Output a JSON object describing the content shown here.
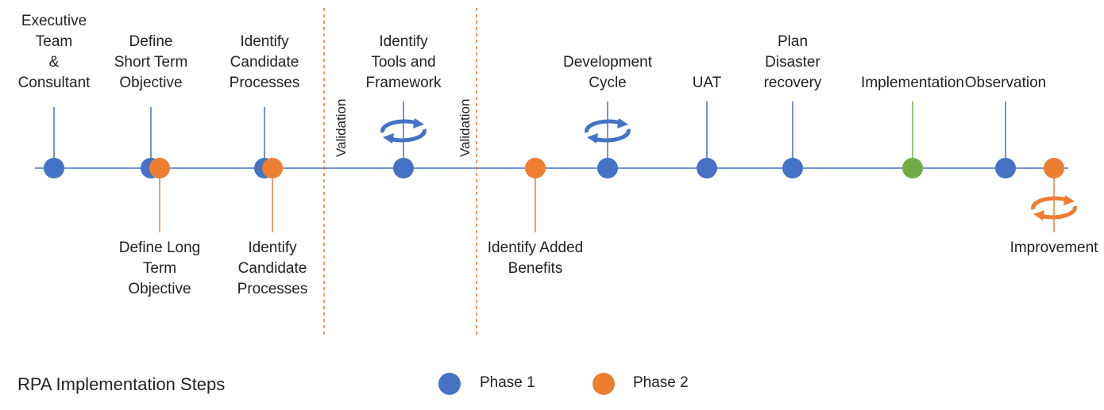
{
  "title": "RPA Implementation Steps",
  "colors": {
    "phase1": "#4472C4",
    "phase2": "#ED7D31",
    "phase3": "#70AD47",
    "separator": "#E07B39",
    "axis": "#4472C4"
  },
  "legend": [
    {
      "label": "Phase 1",
      "color": "#4472C4"
    },
    {
      "label": "Phase 2",
      "color": "#ED7D31"
    }
  ],
  "separators": [
    {
      "label": "Validation"
    },
    {
      "label": "Validation"
    }
  ],
  "steps": [
    {
      "label": "Executive\nTeam\n&\nConsultant",
      "color": "#4472C4",
      "side": "top"
    },
    {
      "label": "Define\nShort Term\nObjective",
      "color": "#4472C4",
      "side": "top"
    },
    {
      "label": "Define Long\nTerm\nObjective",
      "color": "#ED7D31",
      "side": "bottom"
    },
    {
      "label": "Identify\nCandidate\nProcesses",
      "color": "#4472C4",
      "side": "top"
    },
    {
      "label": "Identify\nCandidate\nProcesses",
      "color": "#ED7D31",
      "side": "bottom"
    },
    {
      "label": "Identify\nTools and\nFramework",
      "color": "#4472C4",
      "side": "top",
      "cycle": true
    },
    {
      "label": "Identify Added\nBenefits",
      "color": "#ED7D31",
      "side": "bottom"
    },
    {
      "label": "Development\nCycle",
      "color": "#4472C4",
      "side": "top",
      "cycle": true
    },
    {
      "label": "UAT",
      "color": "#4472C4",
      "side": "top"
    },
    {
      "label": "Plan\nDisaster\nrecovery",
      "color": "#4472C4",
      "side": "top"
    },
    {
      "label": "Implementation",
      "color": "#70AD47",
      "side": "top"
    },
    {
      "label": "Observation",
      "color": "#4472C4",
      "side": "top"
    },
    {
      "label": "Improvement",
      "color": "#ED7D31",
      "side": "bottom",
      "cycle": true
    }
  ]
}
